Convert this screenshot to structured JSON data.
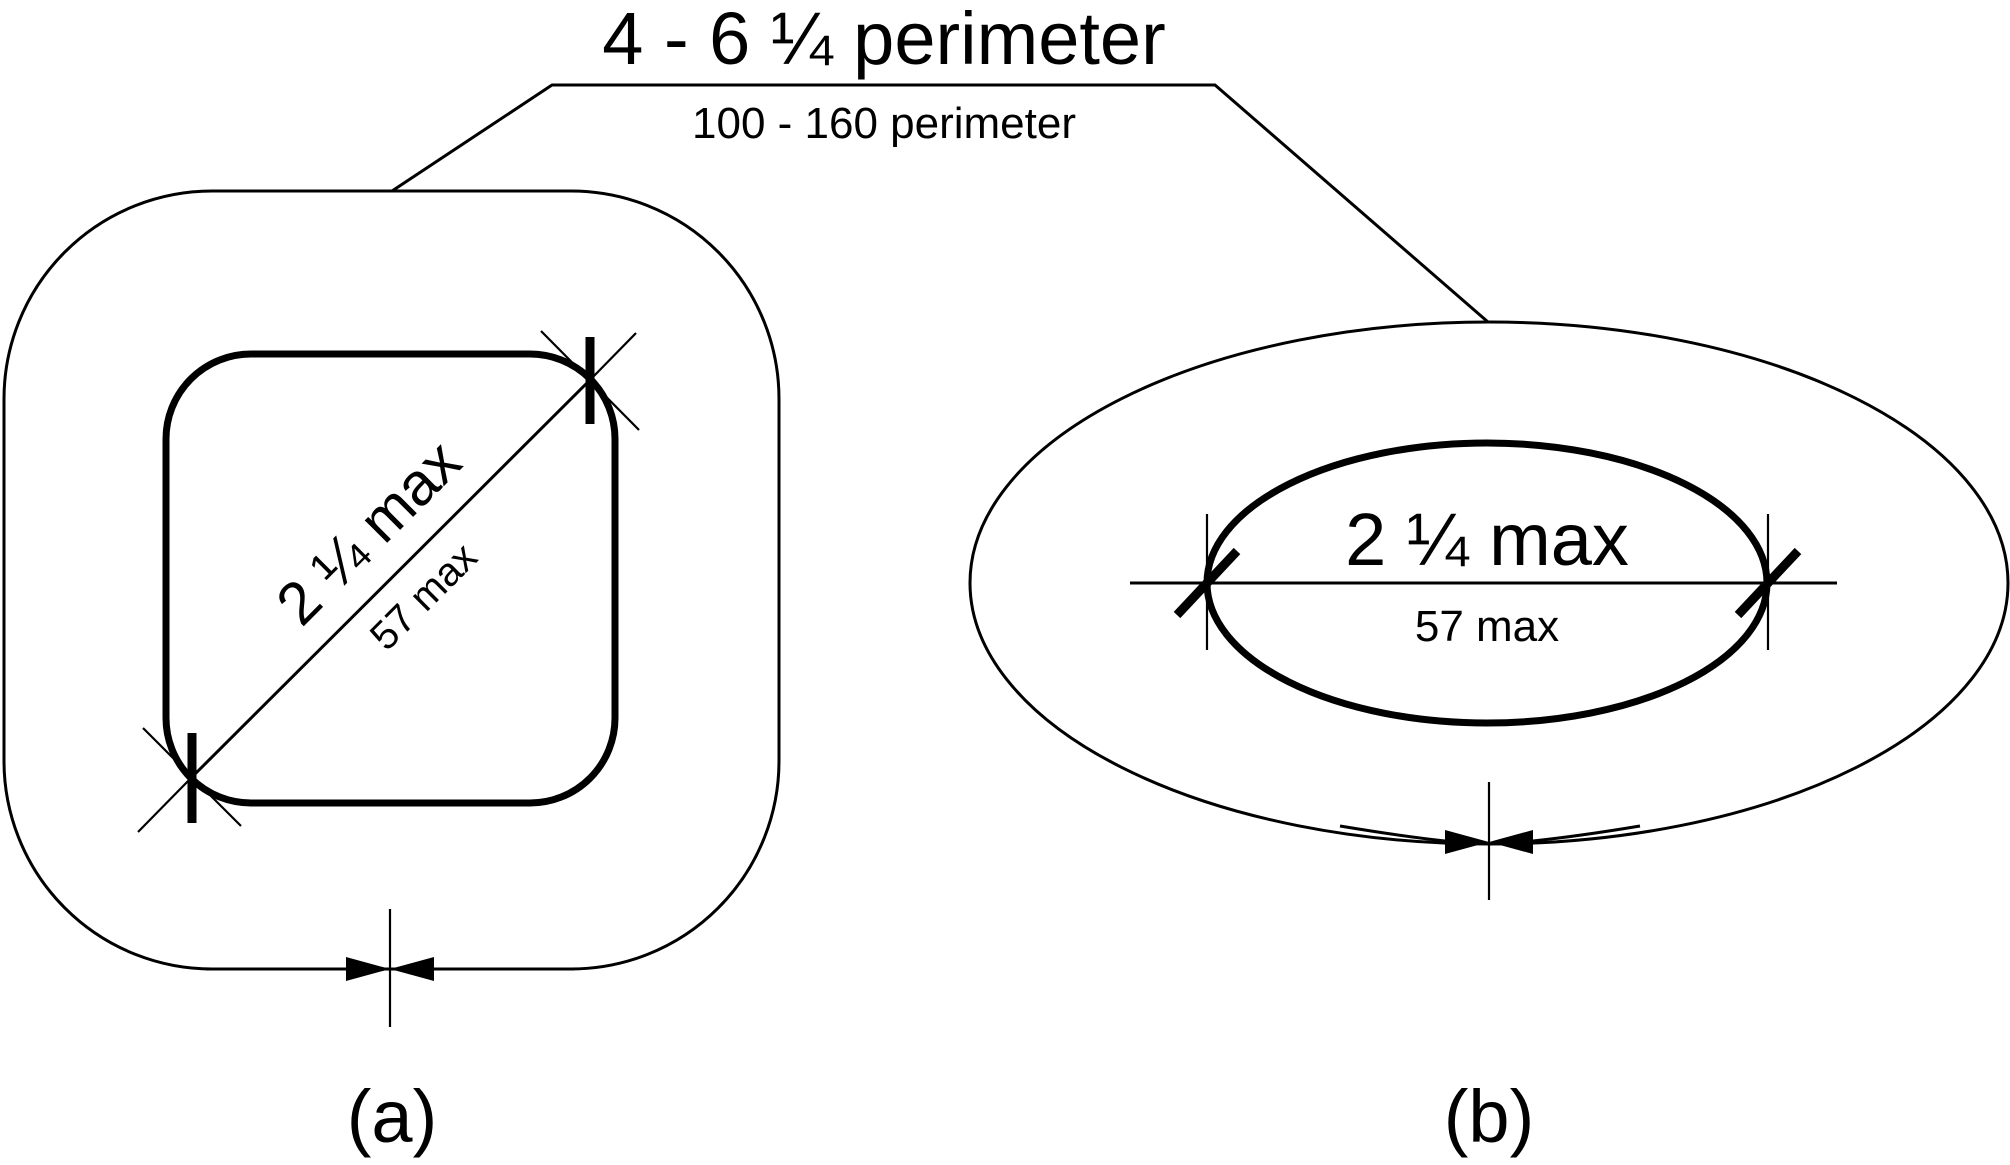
{
  "perimeter": {
    "imperial": "4 - 6 ¼ perimeter",
    "metric": "100 - 160 perimeter"
  },
  "figure_a": {
    "label": "(a)",
    "dimension_imperial": "2 ¼ max",
    "dimension_metric": "57 max"
  },
  "figure_b": {
    "label": "(b)",
    "dimension_imperial": "2 ¼ max",
    "dimension_metric": "57 max"
  }
}
